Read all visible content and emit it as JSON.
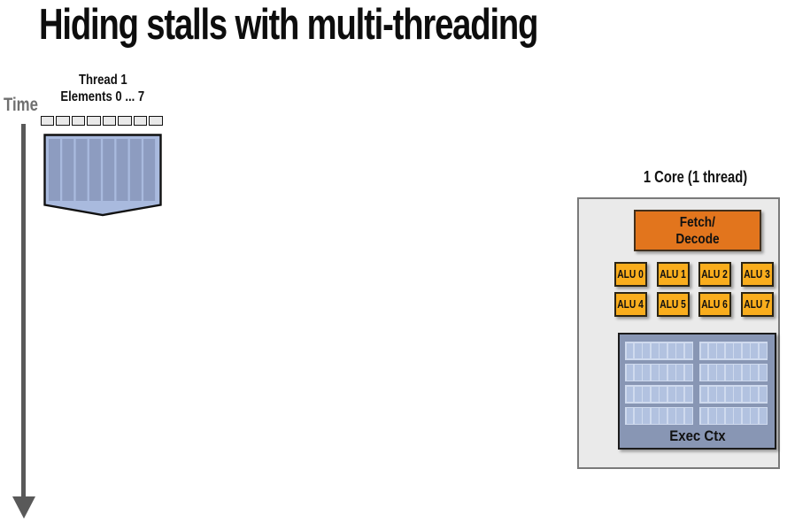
{
  "slide": {
    "title": "Hiding stalls with multi-threading",
    "background": "#ffffff"
  },
  "timeline": {
    "label": "Time",
    "color": "#6f6f6f",
    "arrow_color": "#595959"
  },
  "thread": {
    "title": "Thread 1",
    "subtitle": "Elements 0 ... 7",
    "element_count": 8,
    "element_box_color": "#e9e9e9",
    "banner": {
      "fill": "#a9bade",
      "stripe_fill": "#8d9cc0",
      "stripe_count": 8,
      "border": "#111111"
    }
  },
  "core": {
    "title": "1 Core (1 thread)",
    "panel_fill": "#eaeaea",
    "panel_border": "#7a7a7a",
    "fetch_decode": {
      "line1": "Fetch/",
      "line2": "Decode",
      "fill": "#e2751d"
    },
    "alus": {
      "labels": [
        "ALU 0",
        "ALU 1",
        "ALU 2",
        "ALU 3",
        "ALU 4",
        "ALU 5",
        "ALU 6",
        "ALU 7"
      ],
      "fill": "#f9ad1d"
    },
    "exec_ctx": {
      "label": "Exec Ctx",
      "fill": "#8896b4",
      "strip_fill": "#b2c2e0",
      "strip_divider": "#cfdaee",
      "columns": 2,
      "rows": 4,
      "cells_per_strip": 8
    }
  }
}
